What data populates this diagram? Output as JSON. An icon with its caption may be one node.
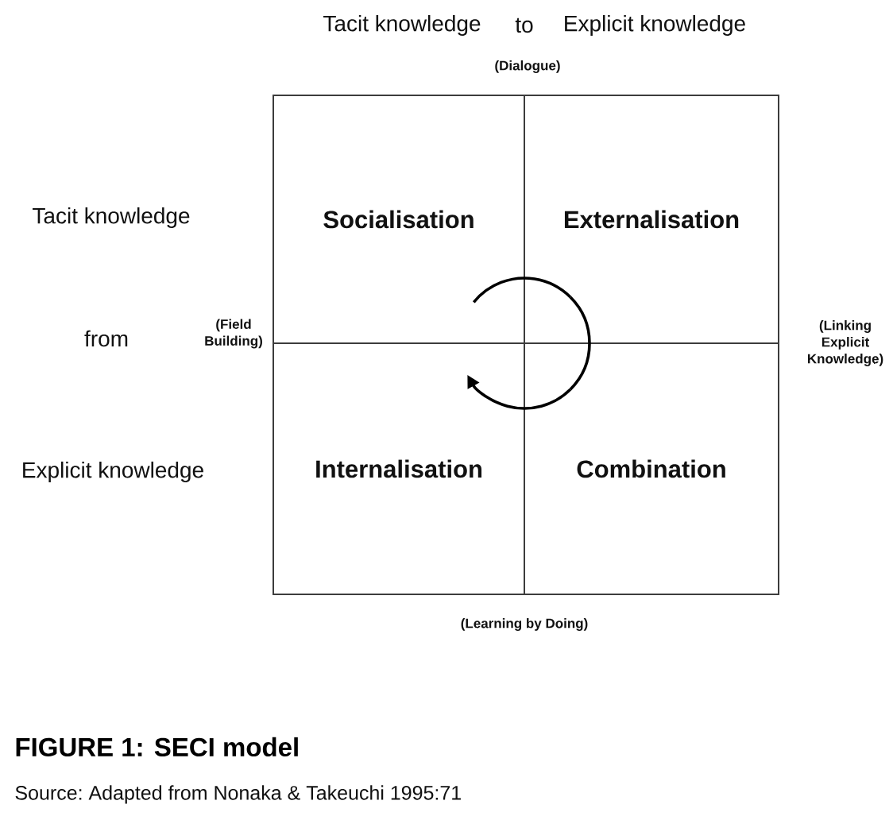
{
  "diagram": {
    "caption": "FIGURE 1: SECI model",
    "nodes": [
      {
        "text": [
          "Socialisation"
        ]
      },
      {
        "text": [
          "Externalisation"
        ]
      },
      {
        "text": [
          "Internalisation"
        ]
      },
      {
        "text": [
          "Combination"
        ]
      }
    ],
    "edges": [
      {
        "from": 0,
        "to": 1,
        "arrow": "none"
      },
      {
        "from": 1,
        "to": 3,
        "arrow": "none"
      },
      {
        "from": 3,
        "to": 2,
        "arrow": "to"
      }
    ],
    "labels": [
      "Tacit knowledge",
      "to",
      "Explicit knowledge",
      "(Dialogue)",
      "Tacit knowledge",
      "from",
      "(Field Building)",
      "(Linking Explicit Knowledge)",
      "Explicit knowledge",
      "(Learning by Doing)",
      "Source: Adapted from Nonaka & Takeuchi 1995:71"
    ]
  }
}
